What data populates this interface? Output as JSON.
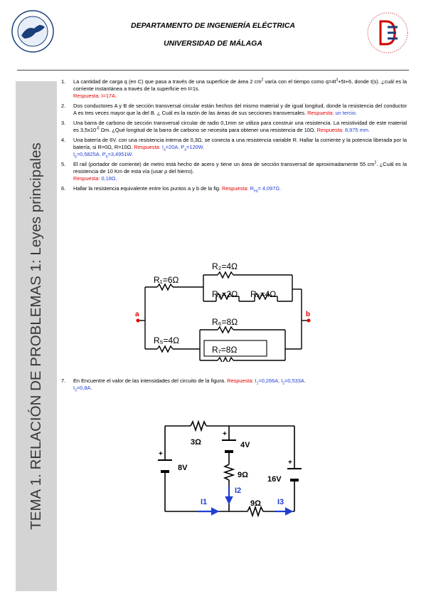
{
  "header": {
    "department": "DEPARTAMENTO DE INGENIERÍA ELÉCTRICA",
    "university": "UNIVERSIDAD DE MÁLAGA"
  },
  "sidebar": {
    "title": "TEMA 1. RELACIÓN DE PROBLEMAS 1: Leyes principales"
  },
  "problems": [
    {
      "num": "1.",
      "text_a": "La cantidad de carga q (en C) que pasa a través de una superficie de área 2 cm",
      "sup_a": "2",
      "text_b": " varía con el tiempo como q=4t",
      "sup_b": "3",
      "text_c": "+5t+6, donde t(s). ¿cuál es la corriente instantánea a través de la superficie en t=1s.",
      "answer_label": "Respuesta:",
      "answer": "I=17A."
    },
    {
      "num": "2.",
      "text": "Dos conductores A y B de sección transversal circular están hechos del mismo material y de igual longitud, donde la resistencia del conductor A es tres veces mayor que la del B. ¿ Cuál es la razón de las áreas de sus secciones transversales.",
      "answer_label": "Respuesta:",
      "answer": "un tercio."
    },
    {
      "num": "3.",
      "text_a": "Una barra de carbono de sección transversal circular de radio 0,1mm se utiliza para construir una resistencia. La resistividad de este material es 3,5x10",
      "sup_a": "-5",
      "text_b": " Ωm. ¿Qué longitud de la barra de carbono se necesita para obtener una resistencia de 10Ω.",
      "answer_label": "Respuesta:",
      "answer": "8,975 mm."
    },
    {
      "num": "4.",
      "text": "Una batería de 6V. con una resistencia interna de 0,3Ω. se conecta a una resistencia variable R. Hallar la corriente y la potencia liberada por la batería, si R=0Ω, R=10Ω.",
      "answer_label": "Respuesta:",
      "answer_1": "I",
      "answer_1_sub": "a",
      "answer_1_rest": "=20A. P",
      "answer_2_sub": "a",
      "answer_2_rest": "=120W.",
      "answer_3": "I",
      "answer_3_sub": "b",
      "answer_3_rest": "=0,5825A. P",
      "answer_4_sub": "b",
      "answer_4_rest": "=3,4951W."
    },
    {
      "num": "5.",
      "text_a": "El rail (portador de corriente) de metro está hecho de acero y tiene un área de sección transversal de aproximadamente 55 cm",
      "sup_a": "2",
      "text_b": ". ¿Cuál es la resistencia de 10 Km de esta vía (usar ρ del hierro).",
      "answer_label": "Respuesta:",
      "answer": "0,18Ω."
    },
    {
      "num": "6.",
      "text": "Hallar la resistencia equivalente entre los puntos a y b de la fig.",
      "answer_label": "Respuesta:",
      "answer_a": "R",
      "answer_sub": "eq",
      "answer_b": "= 4,097Ω."
    }
  ],
  "figure1": {
    "r1": "R₁=6Ω",
    "r2": "R₂=4Ω",
    "r3": "R₃=2Ω",
    "r4": "R₄=4Ω",
    "r5": "R₅=4Ω",
    "r6": "R₆=8Ω",
    "r7": "R₇=8Ω",
    "node_a": "a",
    "node_b": "b"
  },
  "problem7": {
    "num": "7.",
    "text": "En Encuentre el valor de las intensidades del circuito de la figura.",
    "answer_label": "Respuesta:",
    "i1": "I",
    "i1_sub": "1",
    "i1_rest": "=0,266A. I",
    "i2_sub": "2",
    "i2_rest": "=0,533A.",
    "i3": "I",
    "i3_sub": "3",
    "i3_rest": "=0,8A."
  },
  "figure2": {
    "r_top": "3Ω",
    "v_mid": "4V",
    "v_left": "8V",
    "r_mid": "9Ω",
    "v_right": "16V",
    "r_bottom": "9Ω",
    "i1": "I1",
    "i2": "I2",
    "i3": "I3",
    "plus": "+"
  }
}
